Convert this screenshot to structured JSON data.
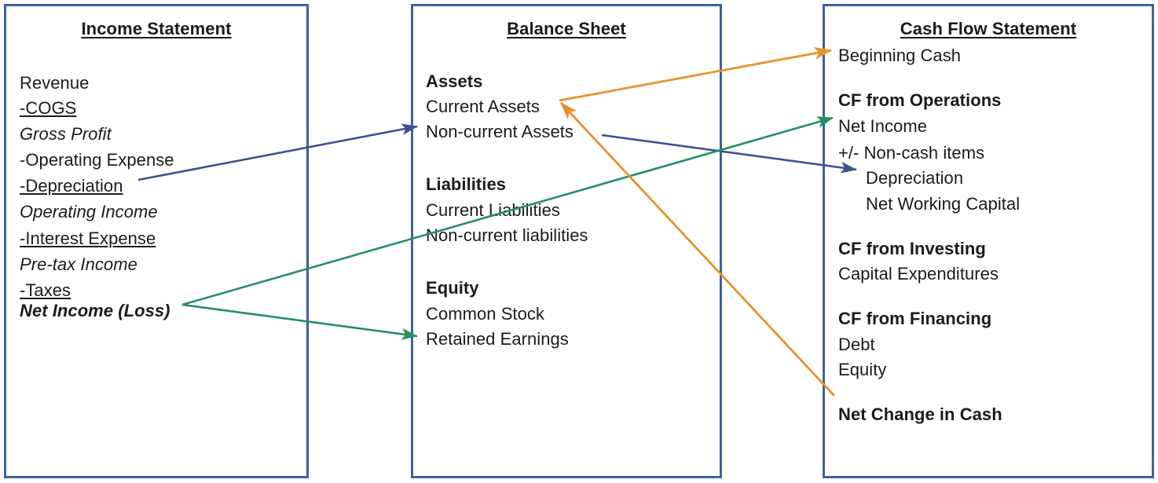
{
  "diagram": {
    "title": "Three Financial Statements Linkage Diagram",
    "colors": {
      "box_border": "#40609E",
      "text": "#1b1b1b",
      "arrow_navy": "#3F4F94",
      "arrow_green": "#23915F",
      "arrow_orange": "#E8912D",
      "background": "#FFFFFF"
    }
  },
  "income_statement": {
    "title": "Income Statement",
    "lines": [
      {
        "text": "Revenue",
        "style": "plain",
        "indent": 0
      },
      {
        "text": "-COGS",
        "style": "underline",
        "indent": 0
      },
      {
        "text": "Gross Profit",
        "style": "italic",
        "indent": 0
      },
      {
        "text": "-Operating Expense",
        "style": "plain",
        "indent": 0
      },
      {
        "text": "-Depreciation",
        "style": "underline",
        "indent": 0
      },
      {
        "text": "Operating Income",
        "style": "italic",
        "indent": 0
      },
      {
        "text": "-Interest Expense",
        "style": "underline",
        "indent": 0
      },
      {
        "text": "Pre-tax Income",
        "style": "italic",
        "indent": 0
      },
      {
        "text": "-Taxes",
        "style": "underline",
        "indent": 0
      },
      {
        "text": "Net Income (Loss)",
        "style": "bold-italic",
        "indent": 0
      }
    ]
  },
  "balance_sheet": {
    "title": "Balance Sheet",
    "lines": [
      {
        "text": "Assets",
        "style": "bold",
        "indent": 0
      },
      {
        "text": "Current Assets",
        "style": "plain",
        "indent": 0
      },
      {
        "text": "Non-current Assets",
        "style": "plain",
        "indent": 0
      },
      {
        "text": "Liabilities",
        "style": "bold",
        "indent": 0
      },
      {
        "text": "Current Liabilities",
        "style": "plain",
        "indent": 0
      },
      {
        "text": "Non-current liabilities",
        "style": "plain",
        "indent": 0
      },
      {
        "text": "Equity",
        "style": "bold",
        "indent": 0
      },
      {
        "text": "Common Stock",
        "style": "plain",
        "indent": 0
      },
      {
        "text": "Retained Earnings",
        "style": "plain",
        "indent": 0
      }
    ]
  },
  "cash_flow_statement": {
    "title": "Cash Flow Statement",
    "lines": [
      {
        "text": "Beginning Cash",
        "style": "plain",
        "indent": 0
      },
      {
        "text": "CF from Operations",
        "style": "bold",
        "indent": 0
      },
      {
        "text": "Net Income",
        "style": "plain",
        "indent": 0
      },
      {
        "text": "+/- Non-cash items",
        "style": "plain",
        "indent": 0
      },
      {
        "text": "Depreciation",
        "style": "plain",
        "indent": 1
      },
      {
        "text": "Net Working Capital",
        "style": "plain",
        "indent": 1
      },
      {
        "text": "CF from Investing",
        "style": "bold",
        "indent": 0
      },
      {
        "text": "Capital Expenditures",
        "style": "plain",
        "indent": 0
      },
      {
        "text": "CF from Financing",
        "style": "bold",
        "indent": 0
      },
      {
        "text": "Debt",
        "style": "plain",
        "indent": 0
      },
      {
        "text": "Equity",
        "style": "plain",
        "indent": 0
      },
      {
        "text": "Net Change in Cash",
        "style": "bold",
        "indent": 0
      }
    ]
  },
  "connectors": [
    {
      "name": "depreciation-to-noncurrent-assets",
      "color": "#3F4F94",
      "from_label": "-Depreciation",
      "to_label": "Non-current Assets"
    },
    {
      "name": "noncurrent-assets-to-cf-depreciation",
      "color": "#3F4F94",
      "from_label": "Non-current Assets",
      "to_label": "Depreciation"
    },
    {
      "name": "net-income-to-cf-net-income",
      "color": "#23915F",
      "from_label": "Net Income (Loss)",
      "to_label": "Net Income"
    },
    {
      "name": "net-income-to-retained-earnings",
      "color": "#23915F",
      "from_label": "Net Income (Loss)",
      "to_label": "Retained Earnings"
    },
    {
      "name": "current-assets-to-beginning-cash",
      "color": "#E8912D",
      "from_label": "Current Assets",
      "to_label": "Beginning Cash"
    },
    {
      "name": "net-change-in-cash-to-current-assets",
      "color": "#E8912D",
      "from_label": "Net Change in Cash",
      "to_label": "Current Assets"
    }
  ]
}
